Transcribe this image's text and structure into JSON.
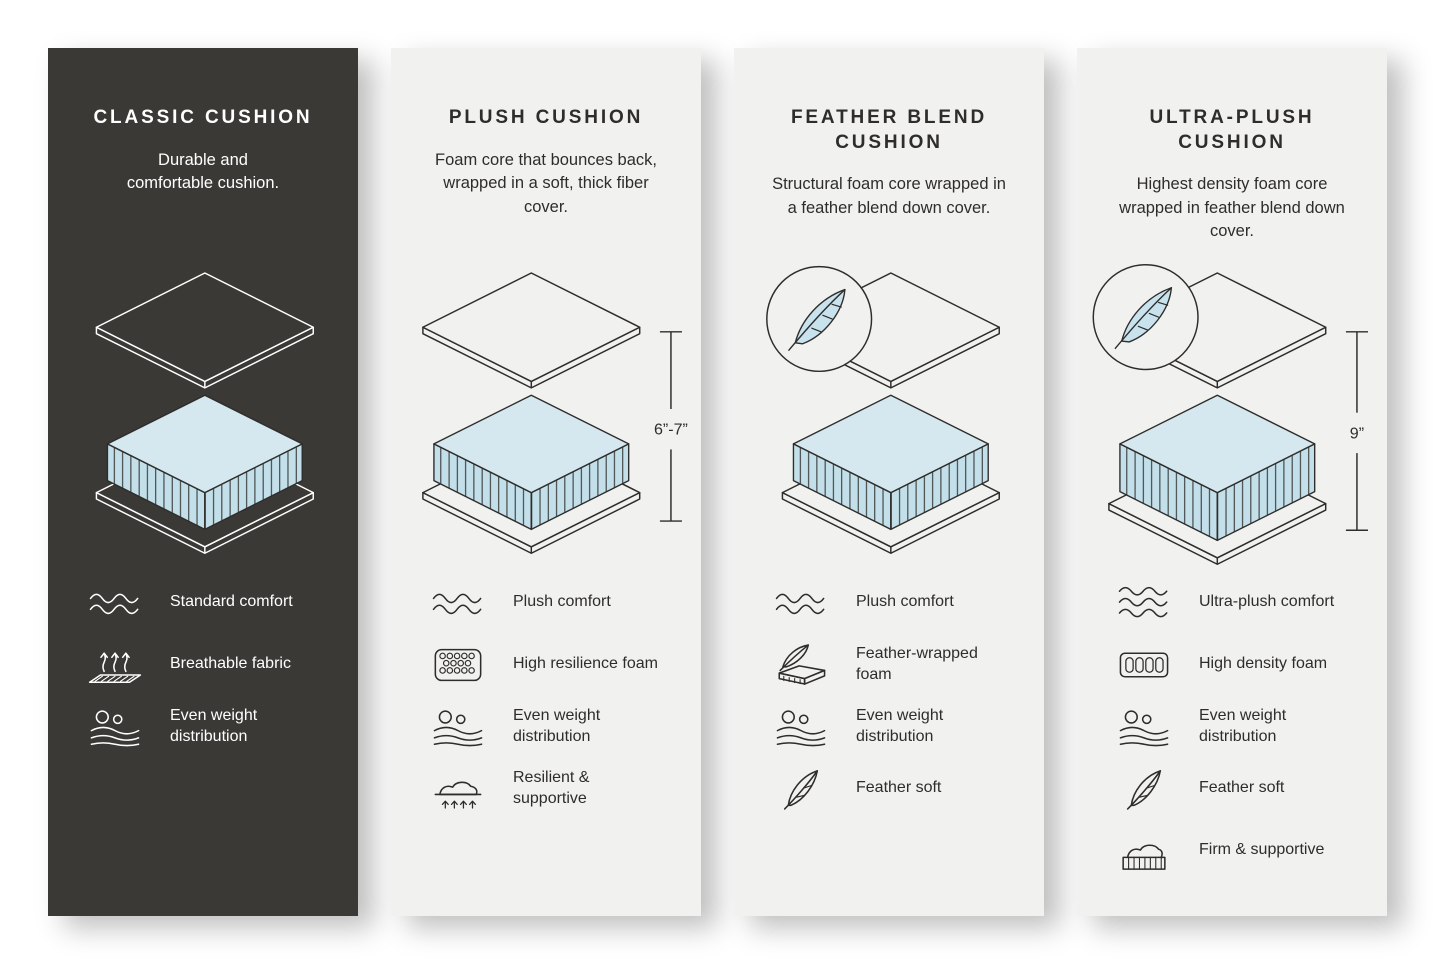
{
  "colors": {
    "page_background": "#ffffff",
    "dark_panel": "#3b3936",
    "light_panel": "#f1f1ef",
    "ink": "#2e2d2b",
    "foam_blue_top": "#d5e8f0",
    "foam_blue_side": "#c3dfe9",
    "feather_blue": "#c9e3ee"
  },
  "panels": [
    {
      "id": "classic-cushion",
      "theme": "dark",
      "title": "CLASSIC CUSHION",
      "description": "Durable and comfortable cushion.",
      "illustration": "layered-cushion",
      "features": [
        {
          "icon": "waves-icon",
          "label": "Standard comfort"
        },
        {
          "icon": "breathable-fabric-icon",
          "label": "Breathable fabric"
        },
        {
          "icon": "weight-distribution-icon",
          "label": "Even weight distribution"
        }
      ]
    },
    {
      "id": "plush-cushion",
      "theme": "light",
      "title": "PLUSH CUSHION",
      "description": "Foam core that bounces back, wrapped in a soft, thick fiber cover.",
      "illustration": "layered-cushion",
      "dimension_label": "6”-7”",
      "features": [
        {
          "icon": "waves-icon",
          "label": "Plush comfort"
        },
        {
          "icon": "resilience-foam-icon",
          "label": "High resilience foam"
        },
        {
          "icon": "weight-distribution-icon",
          "label": "Even weight distribution"
        },
        {
          "icon": "resilient-supportive-icon",
          "label": "Resilient & supportive"
        }
      ]
    },
    {
      "id": "feather-blend-cushion",
      "theme": "light",
      "title": "FEATHER BLEND CUSHION",
      "description": "Structural foam core wrapped in a feather blend down cover.",
      "illustration": "layered-cushion-with-feather-badge",
      "features": [
        {
          "icon": "waves-icon",
          "label": "Plush comfort"
        },
        {
          "icon": "feather-wrapped-foam-icon",
          "label": "Feather-wrapped foam"
        },
        {
          "icon": "weight-distribution-icon",
          "label": "Even weight distribution"
        },
        {
          "icon": "feather-icon",
          "label": "Feather soft"
        }
      ]
    },
    {
      "id": "ultra-plush-cushion",
      "theme": "light",
      "title": "ULTRA-PLUSH CUSHION",
      "description": "Highest density foam core wrapped in feather blend down cover.",
      "illustration": "layered-cushion-with-feather-badge",
      "dimension_label": "9”",
      "features": [
        {
          "icon": "waves-icon",
          "label": "Ultra-plush comfort"
        },
        {
          "icon": "density-foam-icon",
          "label": "High density foam"
        },
        {
          "icon": "weight-distribution-icon",
          "label": "Even weight distribution"
        },
        {
          "icon": "feather-icon",
          "label": "Feather soft"
        },
        {
          "icon": "firm-supportive-icon",
          "label": "Firm & supportive"
        }
      ]
    }
  ]
}
